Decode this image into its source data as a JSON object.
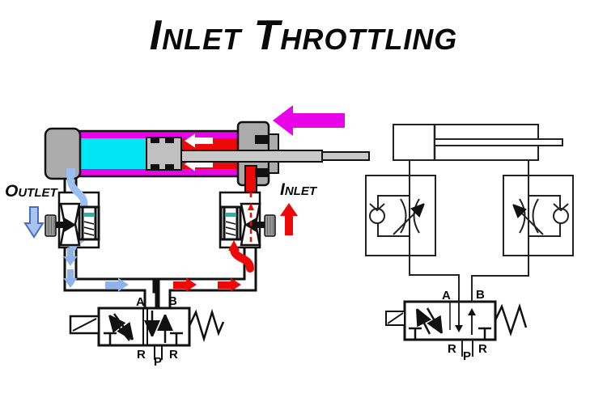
{
  "title": "Inlet Throttling",
  "left_diagram": {
    "outlet_label": "Outlet",
    "inlet_label": "Inlet",
    "valve": {
      "port_a": "A",
      "port_b": "B",
      "port_r1": "R",
      "port_p": "P",
      "port_r2": "R"
    }
  },
  "right_diagram": {
    "valve": {
      "port_a": "A",
      "port_b": "B",
      "port_r1": "R",
      "port_p": "P",
      "port_r2": "R"
    }
  },
  "colors": {
    "magenta": "#E803E8",
    "cyan": "#00E6F2",
    "red": "#EE0808",
    "flow_blue": "#9DBEF0",
    "flow_blue_outline": "#5C7FD6",
    "metal_gray": "#ABABAB",
    "rod_gray": "#C8C8C8",
    "teal_seal": "#2AB0A8",
    "outline_black": "#111111"
  }
}
